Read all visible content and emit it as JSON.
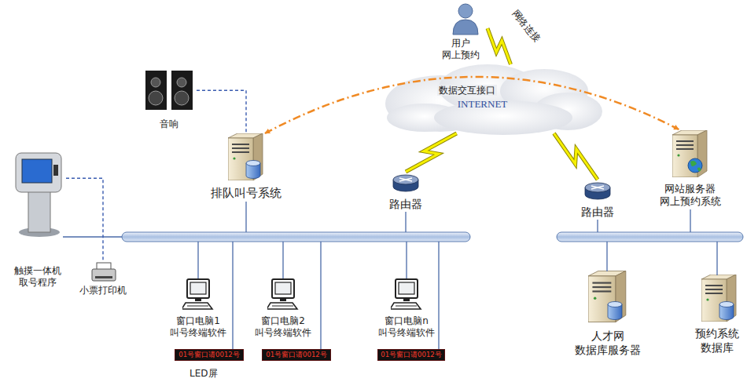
{
  "diagram": {
    "nodes": [
      {
        "text": [
          "用户 网上预约"
        ]
      },
      {
        "text": [
          "音响"
        ]
      },
      {
        "text": [
          "INTERNET"
        ]
      },
      {
        "text": [
          "排队叫号系统"
        ]
      },
      {
        "text": [
          "网站服务器",
          "网上预约系统"
        ]
      },
      {
        "text": [
          "路由器"
        ]
      },
      {
        "text": [
          "路由器"
        ]
      },
      {
        "text": [
          "触摸一体机 取号程序"
        ]
      },
      {
        "text": [
          "小票打印机"
        ]
      },
      {
        "text": [
          "窗口电脑1 叫号终端软件"
        ]
      },
      {
        "text": [
          "窗口电脑2 叫号终端软件"
        ]
      },
      {
        "text": [
          "窗口电脑n 叫号终端软件"
        ]
      },
      {
        "text": [
          "01号窗口请0012号"
        ]
      },
      {
        "text": [
          "01号窗口请0012号"
        ]
      },
      {
        "text": [
          "01号窗口请0012号"
        ]
      },
      {
        "text": [
          "人才网 数据库服务器"
        ]
      },
      {
        "text": [
          "预约系统 数据库"
        ]
      }
    ],
    "edges": [
      {
        "from": 0,
        "to": 2,
        "arrow": "none",
        "label": "网络连接"
      },
      {
        "from": 2,
        "to": 5,
        "arrow": "none"
      },
      {
        "from": 2,
        "to": 6,
        "arrow": "none"
      },
      {
        "from": 3,
        "to": 4,
        "arrow": "both",
        "label": "数据交互接口"
      },
      {
        "from": 1,
        "to": 3,
        "arrow": "none"
      },
      {
        "from": 7,
        "to": 8,
        "arrow": "none"
      }
    ],
    "labels": [
      "LED屏"
    ]
  }
}
